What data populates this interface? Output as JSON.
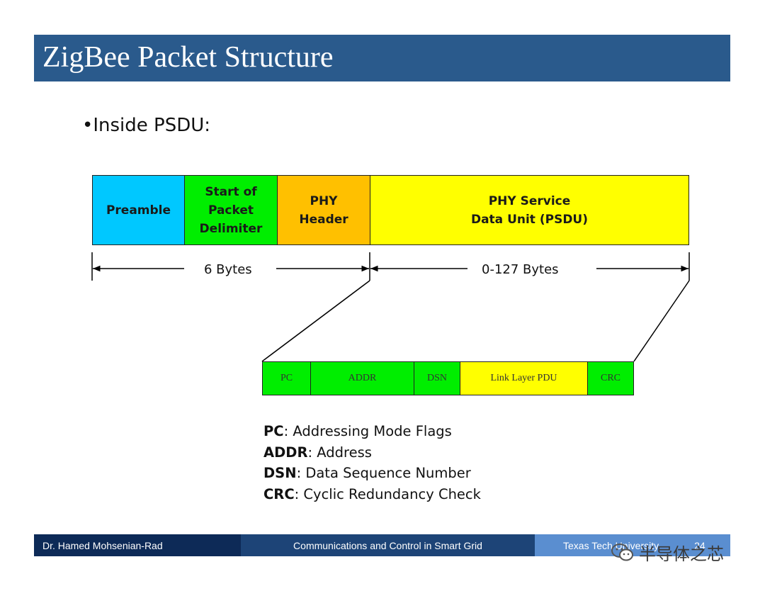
{
  "slide": {
    "title": "ZigBee Packet Structure",
    "bullet": "•Inside PSDU:"
  },
  "packet": {
    "fields": [
      {
        "lines": [
          "Preamble"
        ],
        "color": "#00c8ff"
      },
      {
        "lines": [
          "Start of",
          "Packet",
          "Delimiter"
        ],
        "color": "#00ee00"
      },
      {
        "lines": [
          "PHY",
          "Header"
        ],
        "color": "#ffc000"
      },
      {
        "lines": [
          "PHY Service",
          "Data Unit (PSDU)"
        ],
        "color": "#ffff00"
      }
    ],
    "spans": [
      "6 Bytes",
      "0-127 Bytes"
    ]
  },
  "psdu": {
    "fields": [
      {
        "label": "PC",
        "color": "#00ee00"
      },
      {
        "label": "ADDR",
        "color": "#00ee00"
      },
      {
        "label": "DSN",
        "color": "#00ee00"
      },
      {
        "label": "Link Layer PDU",
        "color": "#ffff00"
      },
      {
        "label": "CRC",
        "color": "#00ee00"
      }
    ]
  },
  "legend": [
    {
      "term": "PC",
      "definition": ": Addressing Mode Flags"
    },
    {
      "term": "ADDR",
      "definition": ": Address"
    },
    {
      "term": "DSN",
      "definition": ": Data Sequence Number"
    },
    {
      "term": "CRC",
      "definition": ": Cyclic Redundancy Check"
    }
  ],
  "footer": {
    "author": "Dr. Hamed Mohsenian-Rad",
    "course": "Communications and Control in Smart Grid",
    "university": "Texas Tech University",
    "page": "24"
  },
  "watermark": {
    "text": "半导体之芯"
  }
}
